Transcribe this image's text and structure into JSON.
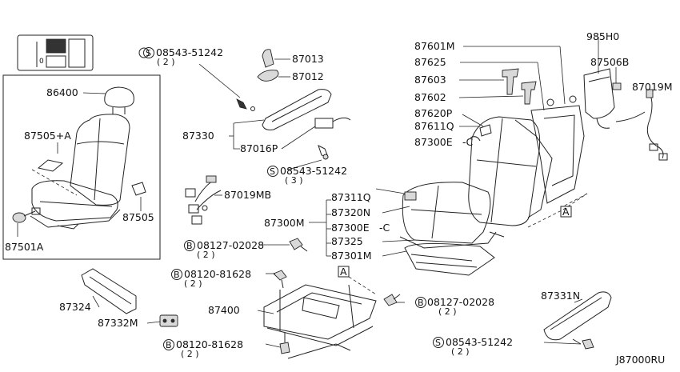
{
  "diagram_id": "J87000RU",
  "boxed_refs": [
    "A",
    "A"
  ],
  "parts": {
    "headrest": "86400",
    "front_cover_tag": "87505+A",
    "side_cap": "87505",
    "recliner_knob": "87501A",
    "screw_top": "08543-51242",
    "screw_top_qty": "( 2 )",
    "knob_a": "87013",
    "knob_b": "87012",
    "side_finisher": "87330",
    "harness_p": "87016P",
    "screw_mid": "08543-51242",
    "screw_mid_qty": "( 3 )",
    "harness_mb": "87019MB",
    "bolt_a": "08127-02028",
    "bolt_a_qty": "( 2 )",
    "bolt_b": "08120-81628",
    "bolt_b_qty": "( 2 )",
    "rail_cover": "87324",
    "switch": "87332M",
    "bolt_c": "08120-81628",
    "bolt_c_qty": "( 2 )",
    "adjuster": "87400",
    "bolt_d": "08127-02028",
    "bolt_d_qty": "( 2 )",
    "finisher_n": "87331N",
    "screw_bot": "08543-51242",
    "screw_bot_qty": "( 2 )",
    "back_assy": "87601M",
    "back_trim": "87625",
    "guide_a": "87603",
    "guide_b": "87602",
    "back_pad": "87620P",
    "back_frame": "87611Q",
    "back_cush": "87300E",
    "back_cush_suffix": "-C",
    "bag_module": "985H0",
    "bag_cover": "87506B",
    "bag_harness": "87019M",
    "cush_assy": "87300M",
    "cush_trim": "87311Q",
    "cush_pad": "87320N",
    "cush_e": "87300E",
    "cush_e_suffix": "-C",
    "cush_spring": "87325",
    "cush_frame": "87301M"
  }
}
